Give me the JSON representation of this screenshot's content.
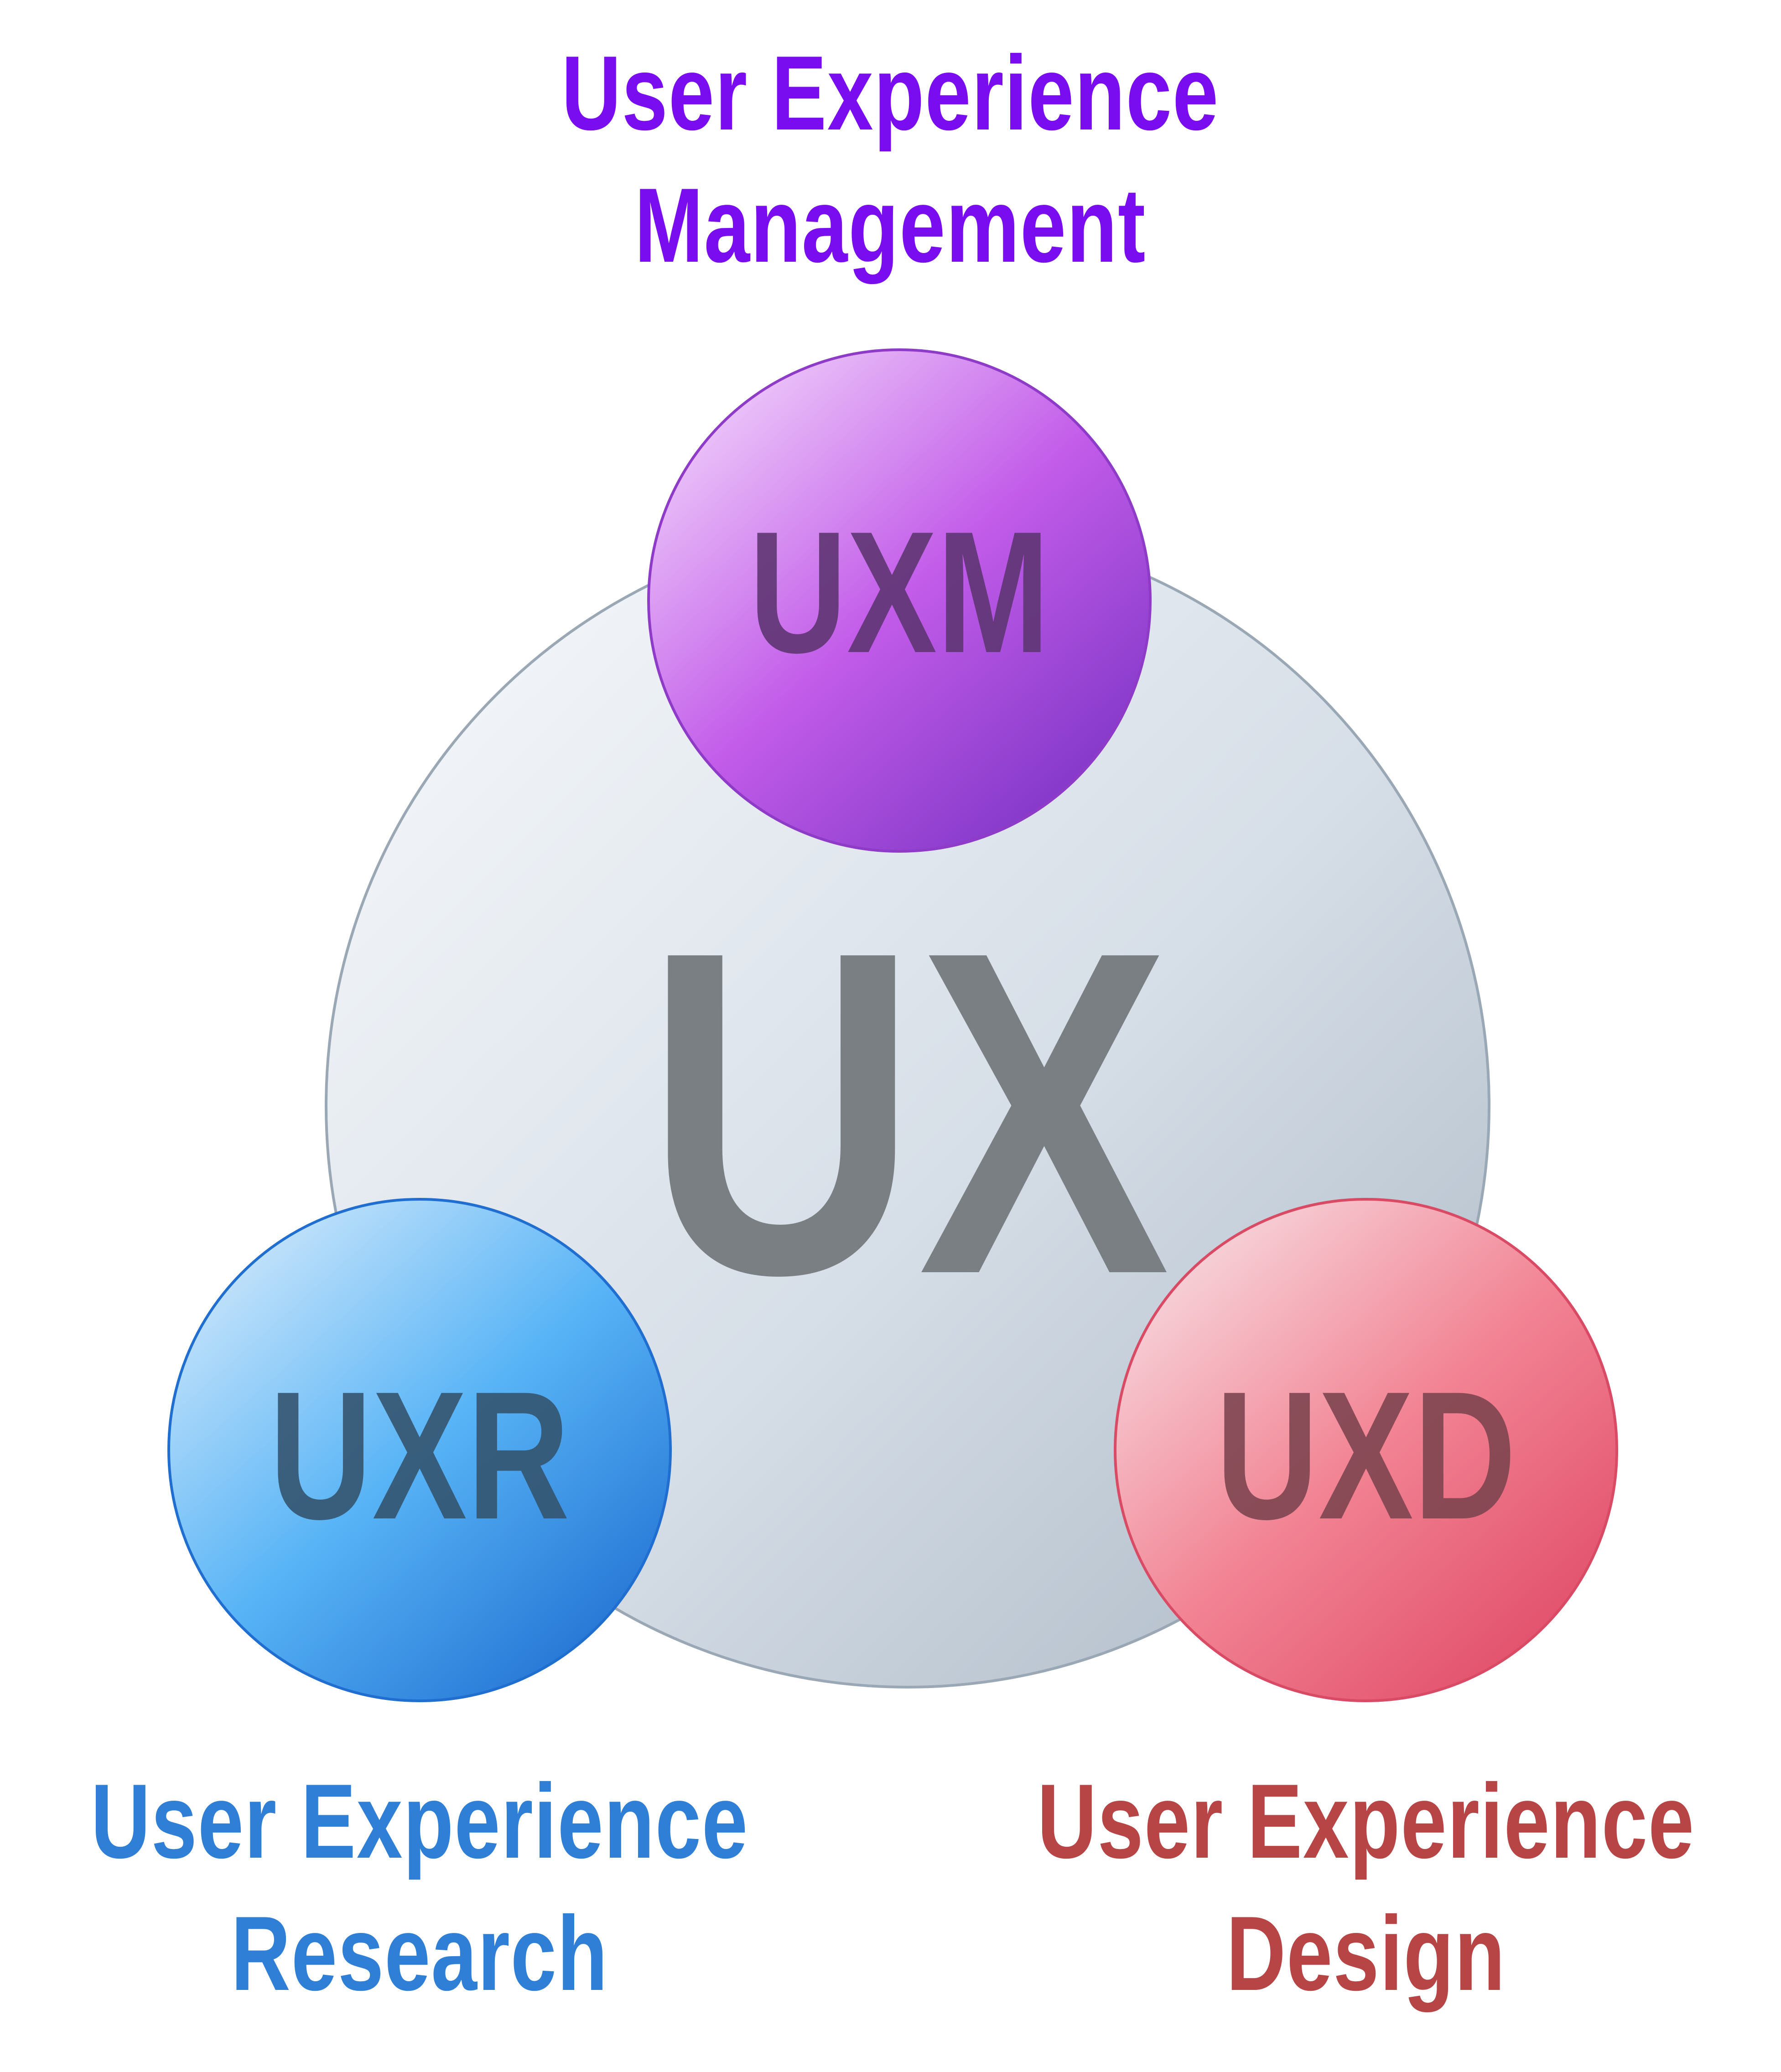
{
  "labels": {
    "top": {
      "line1": "User Experience",
      "line2": "Management",
      "color": "#7a0df0"
    },
    "left": {
      "line1": "User Experience",
      "line2": "Research",
      "color": "#2f7fd6"
    },
    "right": {
      "line1": "User Experience",
      "line2": "Design",
      "color": "#b84545"
    }
  },
  "circles": {
    "center": {
      "text": "UX",
      "color": "#c9d3de"
    },
    "top": {
      "text": "UXM",
      "color": "#b44ee8"
    },
    "left": {
      "text": "UXR",
      "color": "#3a97ec"
    },
    "right": {
      "text": "UXD",
      "color": "#ee6b82"
    }
  }
}
